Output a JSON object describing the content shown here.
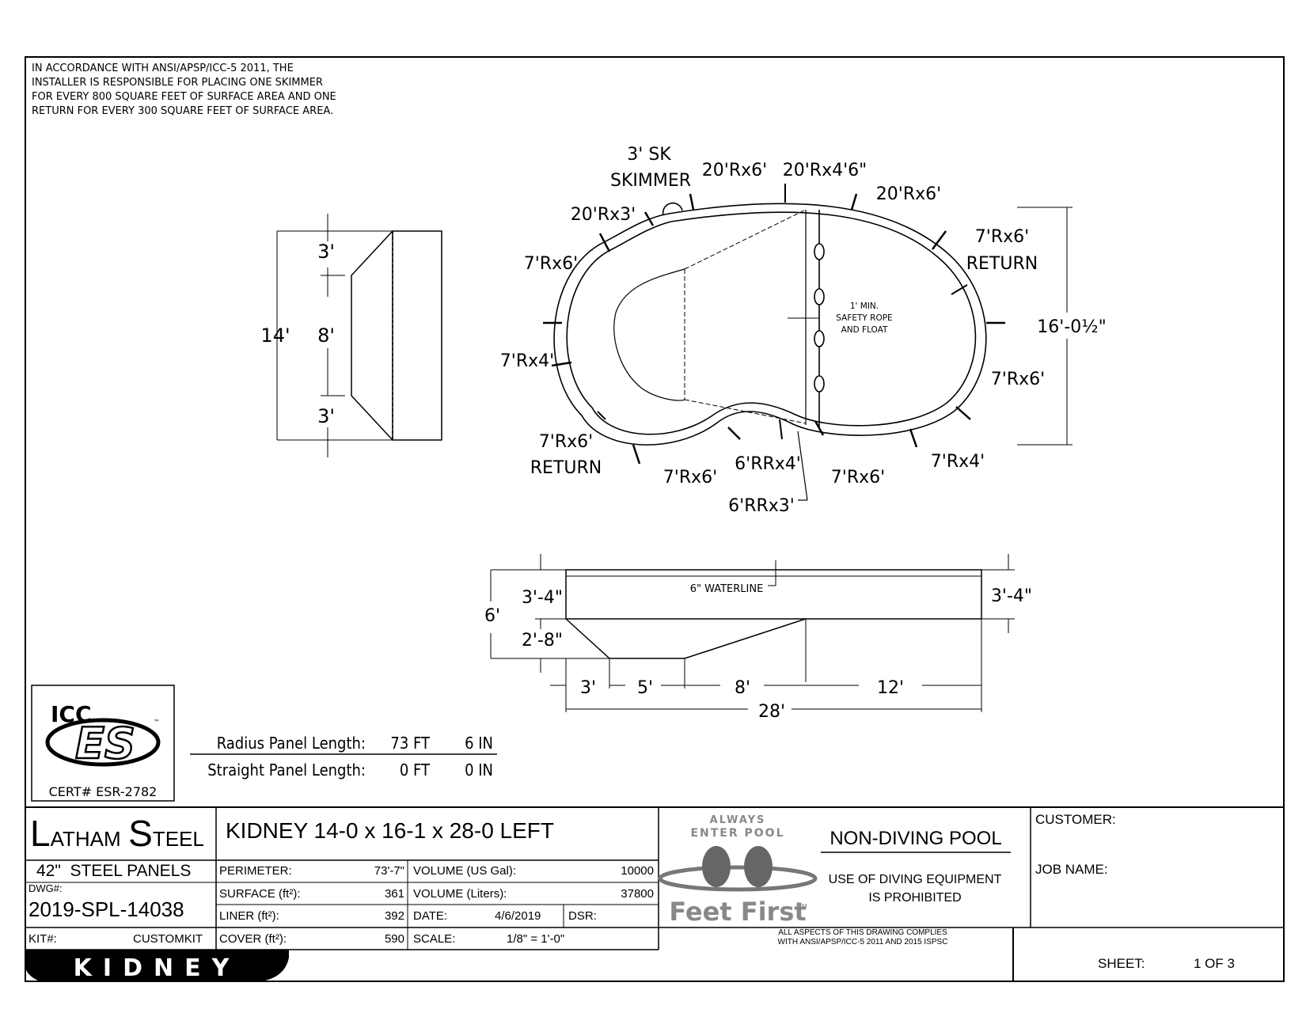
{
  "installer_note": "IN ACCORDANCE WITH ANSI/APSP/ICC-5 2011, THE\nINSTALLER IS RESPONSIBLE FOR PLACING ONE SKIMMER\nFOR EVERY 800 SQUARE FEET OF SURFACE AREA AND ONE\nRETURN FOR EVERY 300 SQUARE FEET OF SURFACE AREA.",
  "end_view": {
    "top": "3'",
    "middle": "8'",
    "bottom": "3'",
    "overall": "14'"
  },
  "plan_labels": {
    "skimmer_line1": "3' SK",
    "skimmer_line2": "SKIMMER",
    "p1": "20'Rx3'",
    "p2": "20'Rx6'",
    "p3": "20'Rx4'6\"",
    "p4": "20'Rx6'",
    "p5": "7'Rx6'",
    "p5_return": "RETURN",
    "p6": "7'Rx6'",
    "p7": "7'Rx4'",
    "p8": "7'Rx6'",
    "p8_return": "RETURN",
    "p9": "7'Rx6'",
    "p10": "6'RRx4'",
    "p11": "6'RRx3'",
    "p12": "7'Rx6'",
    "p13": "7'Rx4'",
    "p14": "7'Rx6'",
    "width": "16'-0½\"",
    "rope_line1": "1' MIN.",
    "rope_line2": "SAFETY ROPE",
    "rope_line3": "AND FLOAT"
  },
  "section": {
    "left_top": "3'-4\"",
    "left_mid": "2'-8\"",
    "left_total": "6'",
    "right_top": "3'-4\"",
    "waterline": "6\" WATERLINE",
    "d1": "3'",
    "d2": "5'",
    "d3": "8'",
    "d4": "12'",
    "total": "28'"
  },
  "panels": {
    "radius_label": "Radius Panel Length:",
    "radius_ft": "73 FT",
    "radius_in": "6 IN",
    "straight_label": "Straight Panel Length:",
    "straight_ft": "0 FT",
    "straight_in": "0 IN"
  },
  "cert": {
    "logo_top": "ICC",
    "logo_es": "ES",
    "tm": "™",
    "number": "CERT# ESR-2782"
  },
  "title_block": {
    "brand_L": "L",
    "brand_atham": "ATHAM",
    "brand_S": "S",
    "brand_teel": "TEEL",
    "panels": "42\"  STEEL PANELS",
    "dwg_label": "DWG#:",
    "dwg": "2019-SPL-14038",
    "kit_label": "KIT#:",
    "kit": "CUSTOMKIT",
    "model": "KIDNEY 14-0 x 16-1 x 28-0 LEFT",
    "perimeter_label": "PERIMETER:",
    "perimeter": "73'-7\"",
    "surface_label": "SURFACE (ft²):",
    "surface": "361",
    "liner_label": "LINER (ft²):",
    "liner": "392",
    "cover_label": "COVER (ft²):",
    "cover": "590",
    "vol_gal_label": "VOLUME (US Gal):",
    "vol_gal": "10000",
    "vol_l_label": "VOLUME (Liters):",
    "vol_l": "37800",
    "date_label": "DATE:",
    "date": "4/6/2019",
    "dsr_label": "DSR:",
    "scale_label": "SCALE:",
    "scale": "1/8\" = 1'-0\"",
    "ff_top": "ALWAYS",
    "ff_mid": "ENTER POOL",
    "ff_bottom": "Feet First",
    "ff_tm": "TM",
    "nondiving": "NON-DIVING POOL",
    "warning1": "USE OF DIVING EQUIPMENT",
    "warning2": "IS PROHIBITED",
    "complies1": "ALL ASPECTS OF THIS DRAWING COMPLIES",
    "complies2": "WITH ANSI/APSP/ICC-5 2011 AND 2015 ISPSC",
    "customer_label": "CUSTOMER:",
    "job_label": "JOB NAME:",
    "sheet_label": "SHEET:",
    "sheet": "1 OF 3",
    "banner": "KIDNEY"
  }
}
